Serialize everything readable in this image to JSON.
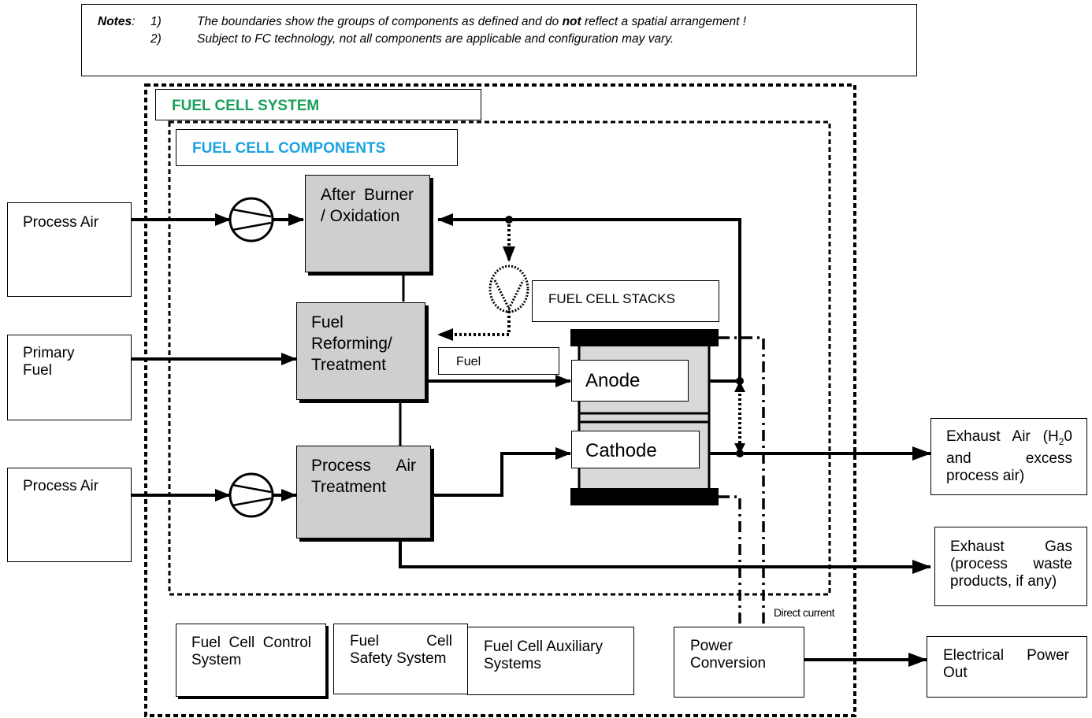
{
  "notes": {
    "label": "Notes",
    "colon": ":",
    "n1": "1)",
    "n2": "2)",
    "line1_a": "The boundaries show the groups of components as defined and do ",
    "line1_b": "not",
    "line1_c": " reflect a spatial arrangement !",
    "line2": "Subject to FC technology, not all components are applicable and configuration may vary."
  },
  "groups": {
    "system_title": "FUEL CELL SYSTEM",
    "components_title": "FUEL CELL COMPONENTS",
    "stacks_title": "FUEL CELL STACKS"
  },
  "inputs": {
    "process_air_top": "Process Air",
    "primary_fuel": "Primary Fuel",
    "process_air_bottom": "Process Air"
  },
  "components": {
    "after_burner": "After Burner / Oxidation",
    "fuel_reforming": "Fuel Reforming/ Treatment",
    "process_air_treatment": "Process Air Treatment",
    "fuel_label": "Fuel",
    "anode": "Anode",
    "cathode": "Cathode"
  },
  "outputs": {
    "exhaust_air": "Exhaust Air (H20 and excess process air)",
    "exhaust_air_a": "Exhaust Air (H",
    "exhaust_air_sub": "2",
    "exhaust_air_b": "0 and excess process air)",
    "exhaust_gas": "Exhaust Gas (process waste products, if any)",
    "electrical_power": "Electrical Power Out",
    "direct_current": "Direct current"
  },
  "subsystems": {
    "control": "Fuel Cell Control System",
    "safety": "Fuel Cell Safety System",
    "auxiliary": "Fuel Cell Auxiliary Systems",
    "power_conversion": "Power Conversion"
  },
  "colors": {
    "system_title": "#1aa05a",
    "components_title": "#1aa3e0",
    "component_fill": "#cfcfcf"
  }
}
